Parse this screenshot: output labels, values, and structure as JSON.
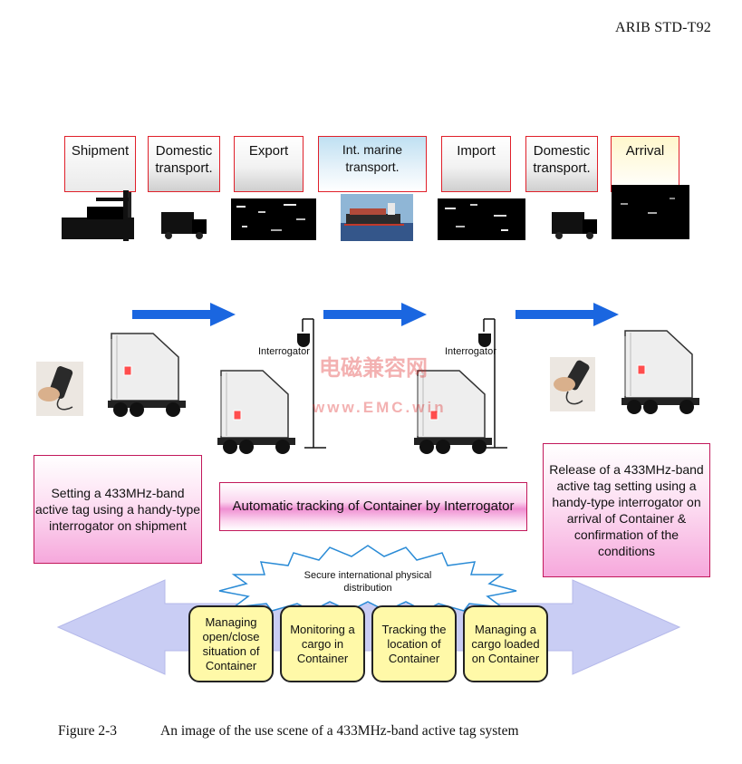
{
  "header": {
    "doc_id": "ARIB STD-T92"
  },
  "stages": [
    {
      "label": "Shipment",
      "icon": "crane-loading-photo"
    },
    {
      "label": "Domestic transport.",
      "icon": "truck-photo"
    },
    {
      "label": "Export",
      "icon": "container-yard-photo"
    },
    {
      "label": "Int. marine transport.",
      "icon": "container-ship-photo"
    },
    {
      "label": "Import",
      "icon": "container-yard-photo"
    },
    {
      "label": "Domestic transport.",
      "icon": "truck-photo"
    },
    {
      "label": "Arrival",
      "icon": "container-stack-photo"
    }
  ],
  "interrogators": {
    "left": "Interrogator",
    "right": "Interrogator"
  },
  "callouts": {
    "left": "Setting a 433MHz-band active tag using a handy-type interrogator on shipment",
    "center": "Automatic tracking of Container by Interrogator",
    "right": "Release of a 433MHz-band active tag setting using a handy-type interrogator on arrival of Container & confirmation of the conditions"
  },
  "burst": {
    "text": "Secure international physical distribution"
  },
  "features": [
    "Managing open/close situation of Container",
    "Monitoring a cargo in Container",
    "Tracking the location of Container",
    "Managing a cargo loaded on Container"
  ],
  "watermark": {
    "line1": "电磁兼容网",
    "line2": "www.EMC.win"
  },
  "caption": {
    "number": "Figure 2-3",
    "text": "An image of the use scene of a 433MHz-band active tag system"
  },
  "colors": {
    "stage_border": "#e0202a",
    "flow_arrow": "#1a66e0",
    "callout_border": "#c2185b",
    "feature_fill": "#fff9a8",
    "big_arrow": "#c9cdf4"
  }
}
